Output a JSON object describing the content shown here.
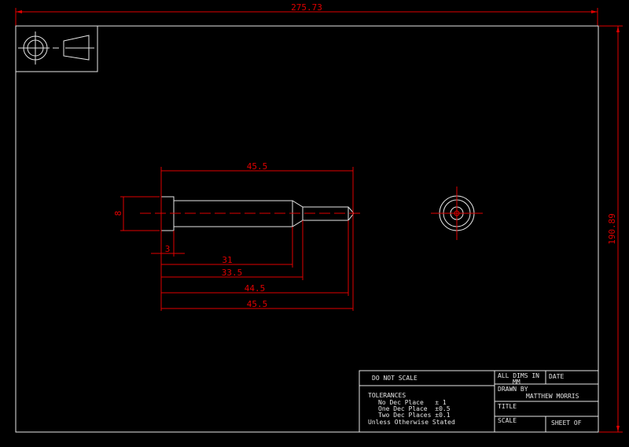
{
  "drawing": {
    "overall_width": "275.73",
    "overall_height": "190.89",
    "dimensions": {
      "length_top": "45.5",
      "head_dia": "8",
      "head_len": "3",
      "shaft_len": "31",
      "chamfer_len": "33.5",
      "pin_len": "44.5",
      "total_len": "45.5"
    }
  },
  "title_block": {
    "do_not_scale": "DO NOT SCALE",
    "tolerances_heading": "TOLERANCES",
    "tol_no_dec": "No Dec Place   ± 1",
    "tol_one_dec": "One Dec Place  ±0.5",
    "tol_two_dec": "Two Dec Places ±0.1",
    "tol_unless": "Unless Otherwise Stated",
    "all_dims_label": "ALL DIMS IN",
    "all_dims_unit": "MM",
    "date_label": "DATE",
    "drawn_by_label": "DRAWN BY",
    "drawn_by_name": "MATTHEW MORRIS",
    "title_label": "TITLE",
    "scale_label": "SCALE",
    "sheet_label": "SHEET OF"
  },
  "colors": {
    "background": "#000000",
    "geometry": "#e6e6e6",
    "dimension": "#e00000"
  }
}
